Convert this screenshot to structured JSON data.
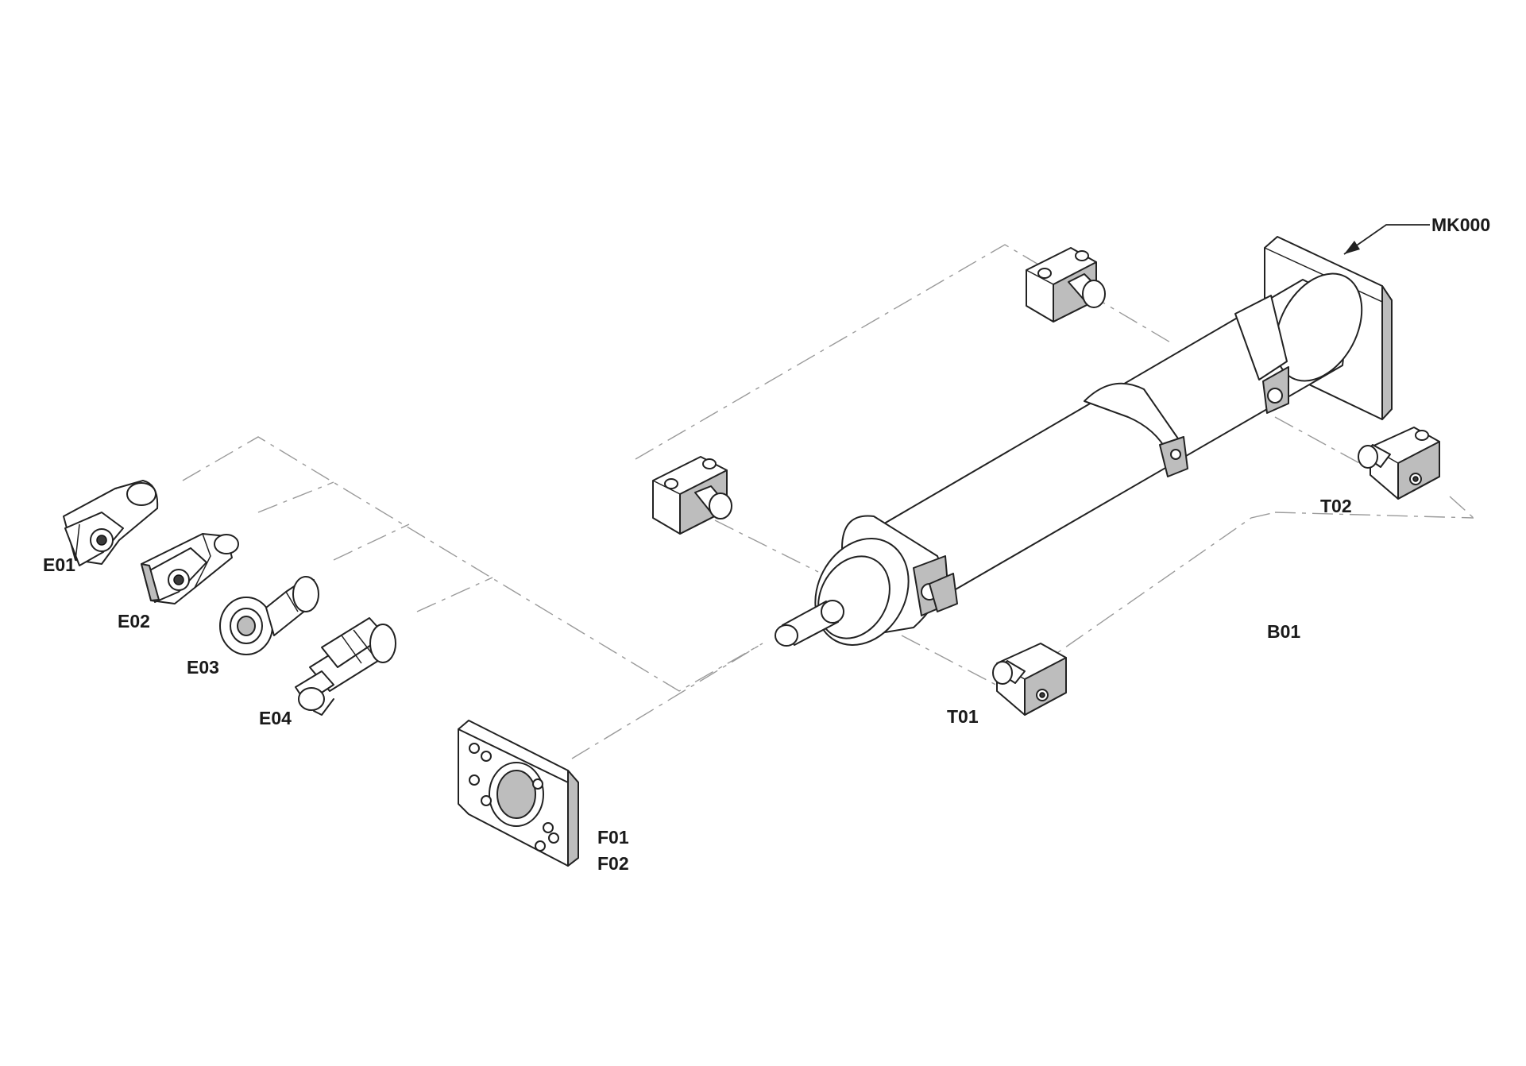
{
  "labels": {
    "mk000": "MK000",
    "e01": "E01",
    "e02": "E02",
    "e03": "E03",
    "e04": "E04",
    "f01": "F01",
    "f02": "F02",
    "t01": "T01",
    "t02": "T02",
    "b01": "B01"
  }
}
